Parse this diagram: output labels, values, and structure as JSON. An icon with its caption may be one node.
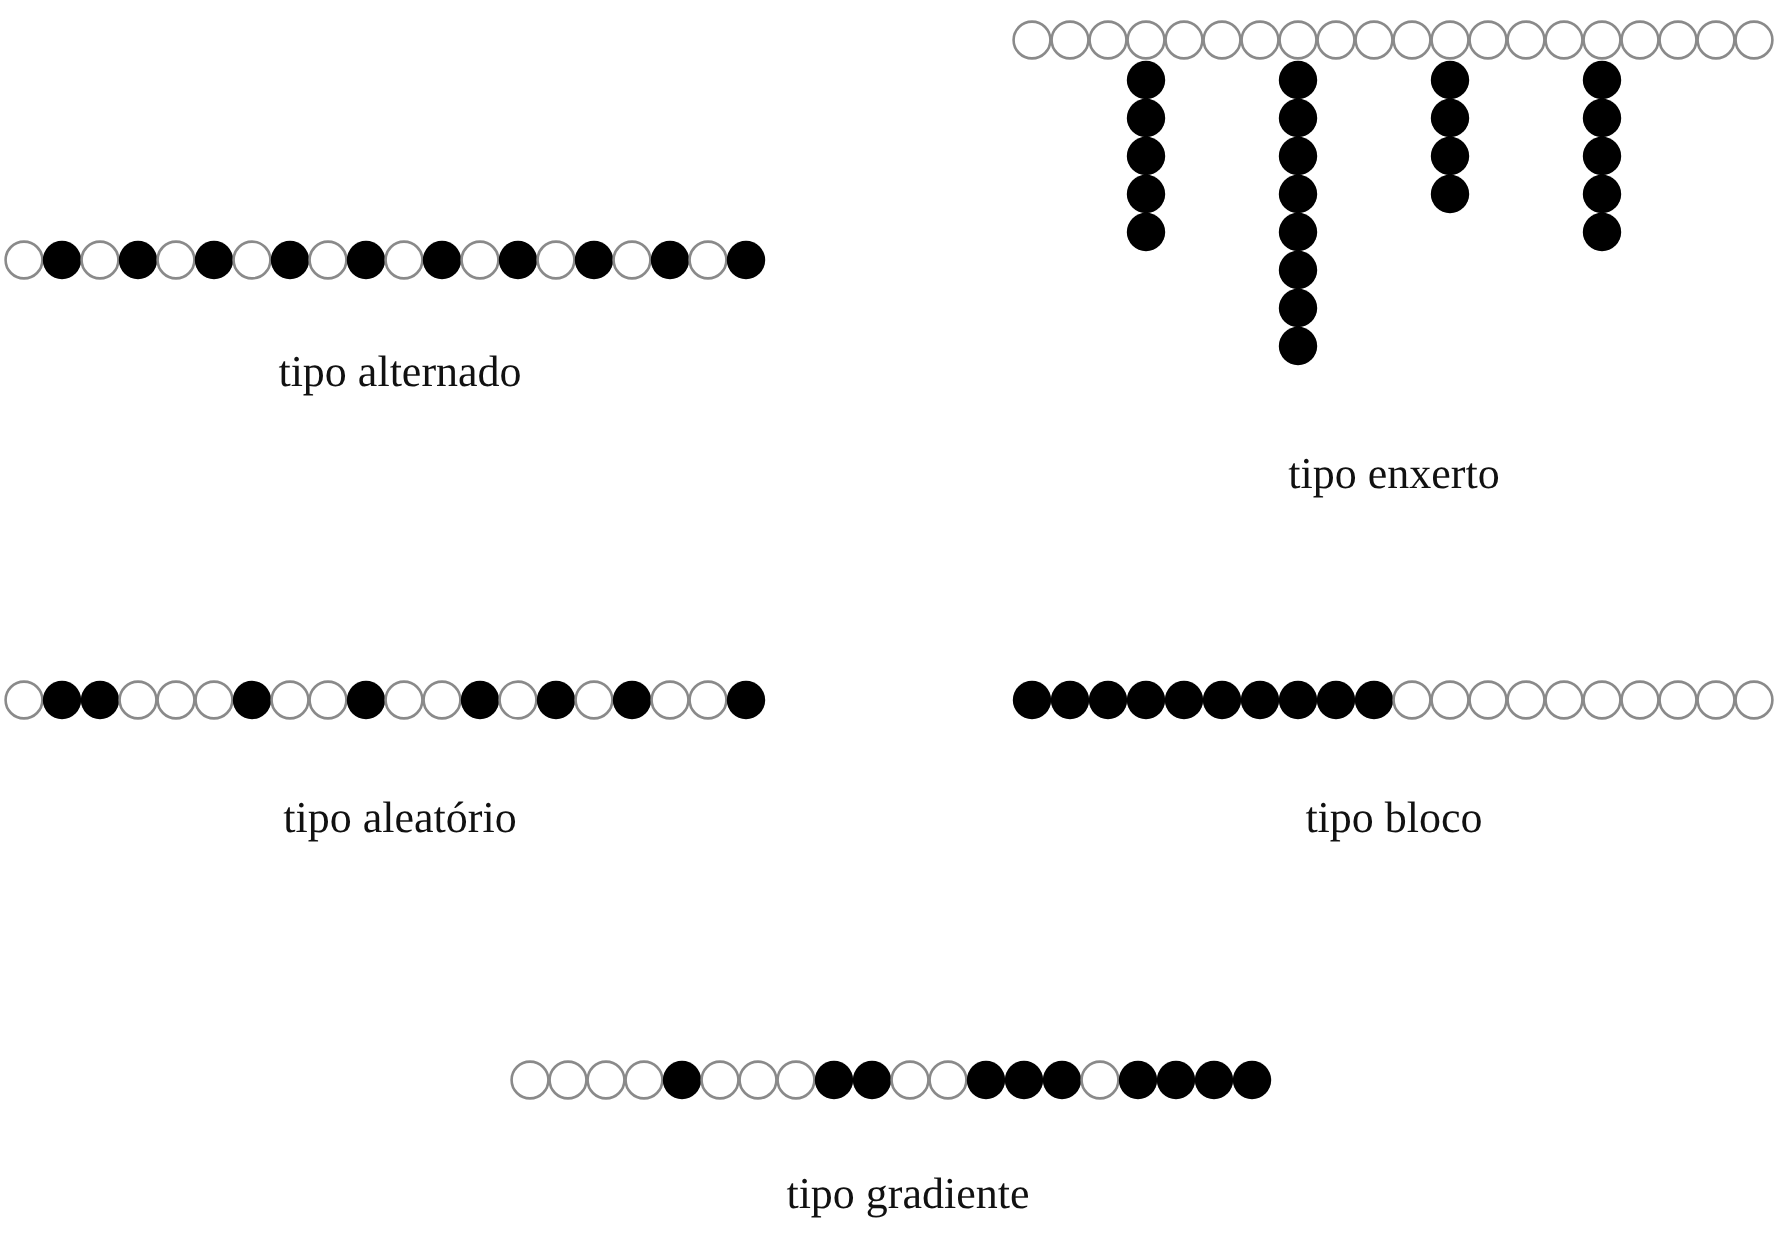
{
  "diagram": {
    "labels": [
      "tipo alternado",
      "tipo enxerto",
      "tipo aleatório",
      "tipo bloco",
      "tipo gradiente"
    ]
  }
}
